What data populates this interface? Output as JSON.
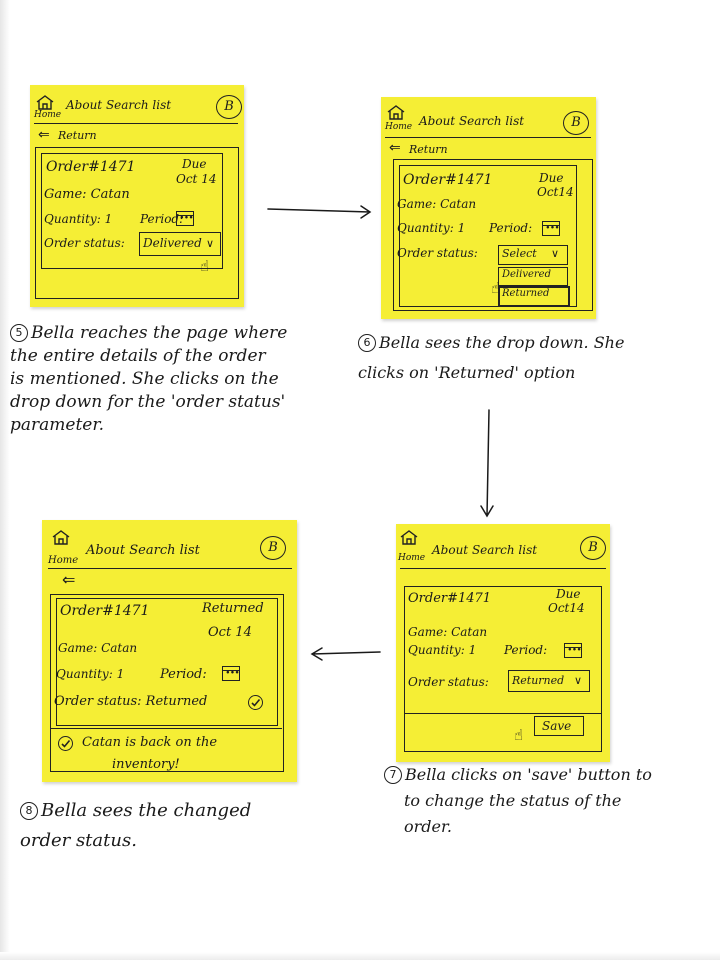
{
  "colors": {
    "sticky_note": "#f5ee35",
    "ink": "#1c1c1c",
    "paper": "#ffffff"
  },
  "icons": {
    "home": "home-icon",
    "profile": "profile-circle-icon",
    "back": "back-arrow-icon",
    "calendar": "calendar-icon",
    "hand": "pointer-hand-icon",
    "check": "check-circle-icon"
  },
  "screens": {
    "s5": {
      "home": "Home",
      "title": "About Search list",
      "profile": "B",
      "back": "Return",
      "order": "Order#1471",
      "due": "Due",
      "date": "Oct 14",
      "game": "Game: Catan",
      "quantity": "Quantity: 1",
      "period": "Period:",
      "status_label": "Order status:",
      "status_value": "Delivered"
    },
    "s6": {
      "home": "Home",
      "title": "About Search list",
      "profile": "B",
      "back": "Return",
      "order": "Order#1471",
      "due": "Due",
      "date": "Oct14",
      "game": "Game: Catan",
      "quantity": "Quantity: 1",
      "period": "Period:",
      "status_label": "Order status:",
      "select": "Select",
      "options": [
        "Delivered",
        "Returned"
      ]
    },
    "s7": {
      "home": "Home",
      "title": "About Search list",
      "profile": "B",
      "order": "Order#1471",
      "due": "Due",
      "date": "Oct14",
      "game": "Game: Catan",
      "quantity": "Quantity: 1",
      "period": "Period:",
      "status_label": "Order status:",
      "status_value": "Returned",
      "save": "Save"
    },
    "s8": {
      "home": "Home",
      "title": "About Search list",
      "profile": "B",
      "order": "Order#1471",
      "status_top": "Returned",
      "date": "Oct 14",
      "game": "Game: Catan",
      "quantity": "Quantity: 1",
      "period": "Period:",
      "status_line": "Order status: Returned",
      "toast_1": "Catan is back on the",
      "toast_2": "inventory!"
    }
  },
  "captions": {
    "c5": {
      "num": "5",
      "lines": [
        "Bella reaches the page where",
        "the entire details of the order",
        "is mentioned. She clicks on the",
        "drop down for the 'order status'",
        "parameter."
      ]
    },
    "c6": {
      "num": "6",
      "lines": [
        "Bella sees the drop down. She",
        "clicks on 'Returned' option"
      ]
    },
    "c7": {
      "num": "7",
      "lines": [
        "Bella clicks on 'save' button to",
        "to change the status of the",
        "order."
      ]
    },
    "c8": {
      "num": "8",
      "lines": [
        "Bella sees the changed",
        "order status."
      ]
    }
  }
}
